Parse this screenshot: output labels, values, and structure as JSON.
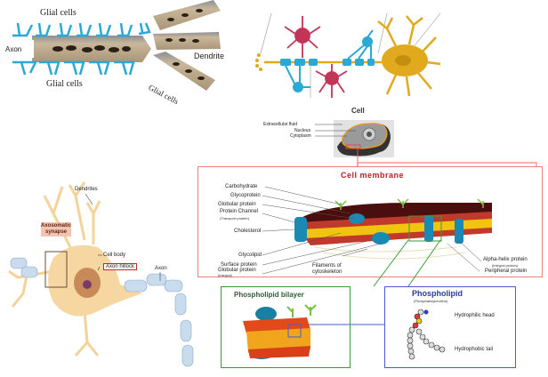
{
  "glial_panel": {
    "labels": {
      "glial_top": "Glial cells",
      "glial_bottom": "Glial cells",
      "glial_diag": "Glial cells",
      "axon": "Axon",
      "dendrite": "Dendrite"
    },
    "colors": {
      "glia": "#2aa8d6",
      "photo": "#b7a78e"
    }
  },
  "neuron_glia_panel": {
    "colors": {
      "neuron": "#e0a91e",
      "astrocyte": "#c03558",
      "oligo": "#2aa8d6"
    }
  },
  "cell_panel": {
    "title": "Cell",
    "labels": [
      "Extracellular fluid",
      "Nucleus",
      "Cytoplasm"
    ]
  },
  "membrane_panel": {
    "title": "Cell membrane",
    "left_labels": [
      {
        "text": "Carbohydrate"
      },
      {
        "text": "Glycoprotein"
      },
      {
        "text": "Globular protein"
      },
      {
        "text": "Protein Channel",
        "sub": "(Transport protein)"
      },
      {
        "text": "Cholesterol"
      },
      {
        "text": "Glycolipid"
      },
      {
        "text": "Surface protein"
      },
      {
        "text": "Globular protein",
        "sub": "(integral)"
      }
    ],
    "bottom_label": "Filaments of cytoskeleton",
    "right_labels": [
      {
        "text": "Alpha-helix protein",
        "sub": "(integral protein)"
      },
      {
        "text": "Peripheral protein"
      }
    ],
    "border_color": "#f08080"
  },
  "bilayer_panel": {
    "title": "Phospholipid bilayer",
    "border_color": "#3a9a3a"
  },
  "phospholipid_panel": {
    "title": "Phospholipid",
    "subtitle": "(Phosphatidylcholine)",
    "labels": [
      "Hydrophilic head",
      "Hydrophobic tail"
    ],
    "border_color": "#4a5ad8"
  },
  "neuron_panel": {
    "labels": {
      "dendrites": "Dendrites",
      "axosomatic": "Axosomatic synapse",
      "cell_body": "Cell body",
      "axon_hillock": "Axon hillock",
      "axon": "Axon"
    }
  }
}
